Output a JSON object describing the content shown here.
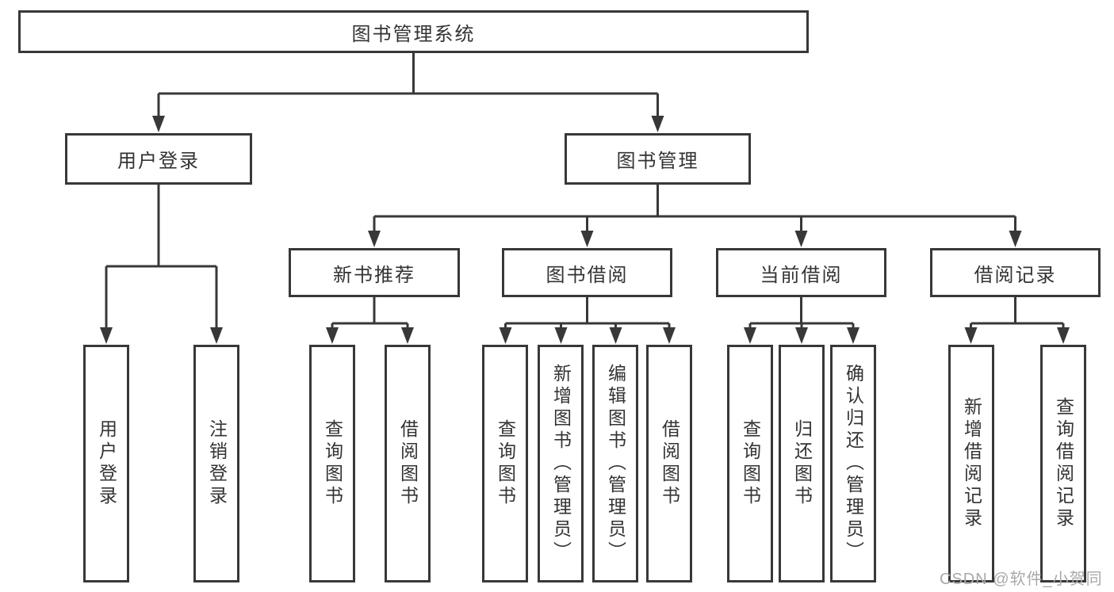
{
  "diagram": {
    "line_color": "#383838",
    "text_color": "#333333",
    "background": "#ffffff",
    "nodes": {
      "root": {
        "label": "图书管理系统",
        "children": [
          "login",
          "mgmt"
        ]
      },
      "login": {
        "label": "用户登录",
        "children": [
          "userLogin",
          "logout"
        ]
      },
      "mgmt": {
        "label": "图书管理",
        "children": [
          "newRec",
          "borrow",
          "current",
          "records"
        ]
      },
      "newRec": {
        "label": "新书推荐",
        "children": [
          "nr_query",
          "nr_borrow"
        ]
      },
      "borrow": {
        "label": "图书借阅",
        "children": [
          "b_query",
          "b_add",
          "b_edit",
          "b_borrow"
        ]
      },
      "current": {
        "label": "当前借阅",
        "children": [
          "c_query",
          "c_return",
          "c_confirm"
        ]
      },
      "records": {
        "label": "借阅记录",
        "children": [
          "r_add",
          "r_query"
        ]
      },
      "userLogin": {
        "label": "用户登录"
      },
      "logout": {
        "label": "注销登录"
      },
      "nr_query": {
        "label": "查询图书"
      },
      "nr_borrow": {
        "label": "借阅图书"
      },
      "b_query": {
        "label": "查询图书"
      },
      "b_add": {
        "label": "新增图书（管理员）"
      },
      "b_edit": {
        "label": "编辑图书（管理员）"
      },
      "b_borrow": {
        "label": "借阅图书"
      },
      "c_query": {
        "label": "查询图书"
      },
      "c_return": {
        "label": "归还图书"
      },
      "c_confirm": {
        "label": "确认归还（管理员）"
      },
      "r_add": {
        "label": "新增借阅记录"
      },
      "r_query": {
        "label": "查询借阅记录"
      }
    },
    "watermark": "CSDN @软件_小贺同学"
  }
}
